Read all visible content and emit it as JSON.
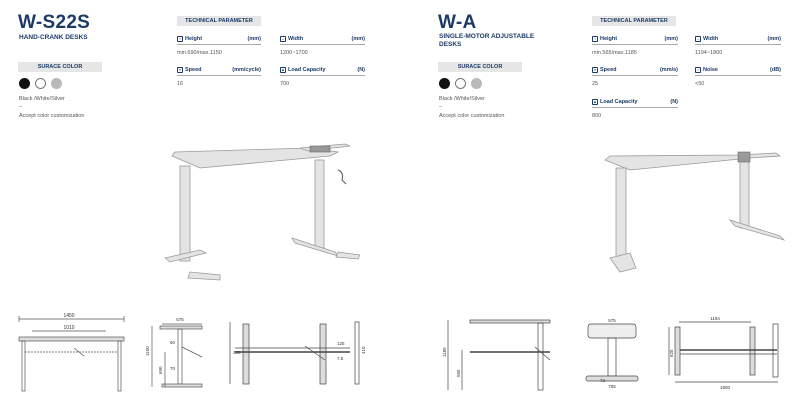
{
  "left": {
    "model": "W-S22S",
    "subtitle": "HAND-CRANK DESKS",
    "color_label": "SURACE COLOR",
    "swatches": [
      "#111111",
      "#ffffff",
      "#b9b9b9"
    ],
    "color_names": "Black /White/Silver",
    "dash": "–",
    "custom_note": "Accept color customization",
    "tech_label": "TECHNICAL PARAMETER",
    "params": {
      "height": {
        "label": "Height",
        "unit": "(mm)",
        "value": "min.690/max.1150",
        "icon": "height-icon"
      },
      "width": {
        "label": "Width",
        "unit": "(mm)",
        "value": "1200~1700",
        "icon": "width-icon"
      },
      "speed": {
        "label": "Speed",
        "unit": "(mm/cycle)",
        "value": "16",
        "icon": "speed-icon"
      },
      "load": {
        "label": "Load Capacity",
        "unit": "(N)",
        "value": "700",
        "icon": "load-icon"
      }
    },
    "dims": {
      "front": {
        "overall": "1450",
        "inner": "1010"
      },
      "side": {
        "top": "575",
        "h1": "1150",
        "h2": "690",
        "d1": "60",
        "d2": "70"
      },
      "top_view": {
        "a": "355",
        "b": "125",
        "c": "7.5",
        "d": "410"
      }
    }
  },
  "right": {
    "model": "W-A",
    "subtitle_line1": "SINGLE-MOTOR ADJUSTABLE",
    "subtitle_line2": "DESKS",
    "color_label": "SURACE COLOR",
    "swatches": [
      "#111111",
      "#ffffff",
      "#b9b9b9"
    ],
    "color_names": "Black /White/Silver",
    "dash": "–",
    "custom_note": "Accept color customization",
    "tech_label": "TECHNICAL PARAMETER",
    "params": {
      "height": {
        "label": "Height",
        "unit": "(mm)",
        "value": "min.565/max.1185",
        "icon": "height-icon"
      },
      "width": {
        "label": "Width",
        "unit": "(mm)",
        "value": "1194~1800",
        "icon": "width-icon"
      },
      "speed": {
        "label": "Speed",
        "unit": "(mm/s)",
        "value": "25",
        "icon": "speed-icon"
      },
      "noise": {
        "label": "Noise",
        "unit": "(dB)",
        "value": "<50",
        "icon": "noise-icon"
      },
      "load": {
        "label": "Load Capacity",
        "unit": "(N)",
        "value": "800",
        "icon": "load-icon"
      }
    },
    "dims": {
      "side": {
        "h1": "1185",
        "h2": "565"
      },
      "end": {
        "top": "575",
        "bottom": "705",
        "mid": "72"
      },
      "top": {
        "width": "1194",
        "depth": "625",
        "overall": "1800"
      }
    }
  }
}
